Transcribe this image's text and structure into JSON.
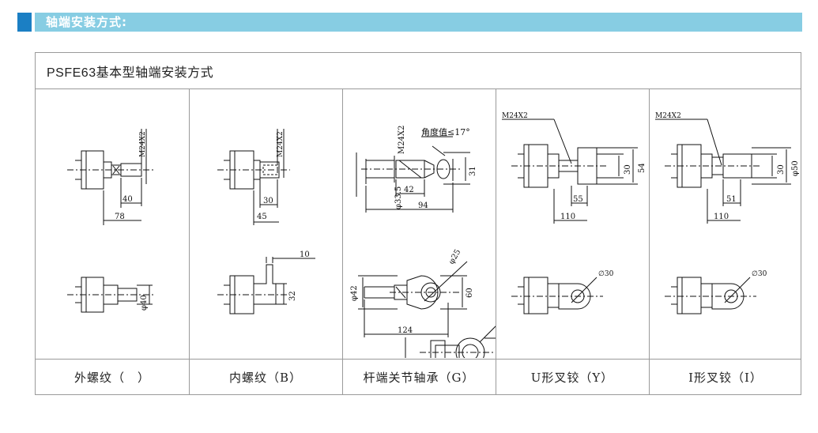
{
  "header": {
    "title": "轴端安装方式:"
  },
  "panel": {
    "title": "PSFE63基本型轴端安装方式",
    "columns": [
      {
        "label": "外螺纹（　）"
      },
      {
        "label": "内螺纹（B）"
      },
      {
        "label": "杆端关节轴承（G）"
      },
      {
        "label": "U形叉铰（Y）"
      },
      {
        "label": "I形叉铰（I）"
      }
    ]
  },
  "dims": {
    "ext": {
      "thread": "M24X2",
      "len1": "40",
      "len2": "78",
      "dia": "φ40"
    },
    "int": {
      "thread": "M24X2",
      "len1": "30",
      "len2": "45",
      "w": "10",
      "h": "32"
    },
    "g": {
      "thread": "M24X2",
      "angle": "角度值≤17°",
      "dia1": "φ33.5",
      "h": "31",
      "len1": "42",
      "len2": "94",
      "dia2": "φ25",
      "dia3": "φ42",
      "h2": "60",
      "len3": "124"
    },
    "u": {
      "thread": "M24X2",
      "h1": "30",
      "h2": "54",
      "len1": "55",
      "len2": "110",
      "dia": "∅30"
    },
    "i": {
      "thread": "M24X2",
      "h1": "30",
      "dia1": "φ50",
      "len1": "51",
      "len2": "110",
      "dia": "∅30"
    }
  }
}
